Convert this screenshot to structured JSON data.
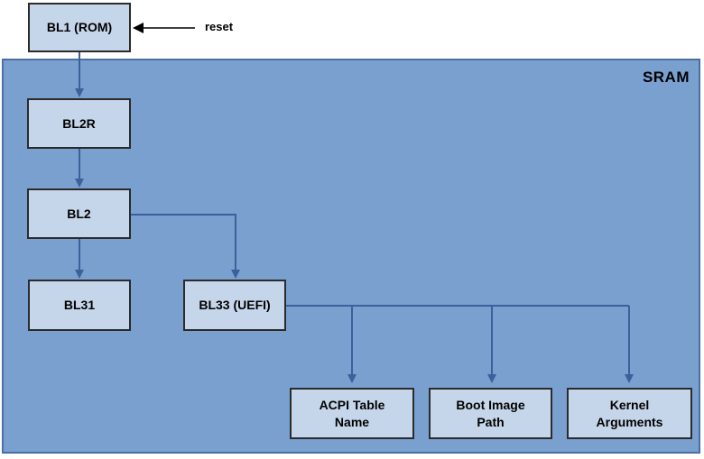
{
  "diagram": {
    "reset_label": "reset",
    "container": {
      "label": "SRAM"
    },
    "nodes": {
      "bl1": "BL1 (ROM)",
      "bl2r": "BL2R",
      "bl2": "BL2",
      "bl31": "BL31",
      "bl33": "BL33 (UEFI)",
      "acpi": "ACPI Table Name",
      "boot": "Boot Image Path",
      "kernel": "Kernel Arguments"
    },
    "colors": {
      "node_fill": "#c6d6ea",
      "node_border": "#2b2b2b",
      "container_fill": "#7aa0cf",
      "container_border": "#4a6fa5",
      "connector": "#3a619b",
      "reset_arrow": "#000000",
      "text": "#000000"
    }
  }
}
